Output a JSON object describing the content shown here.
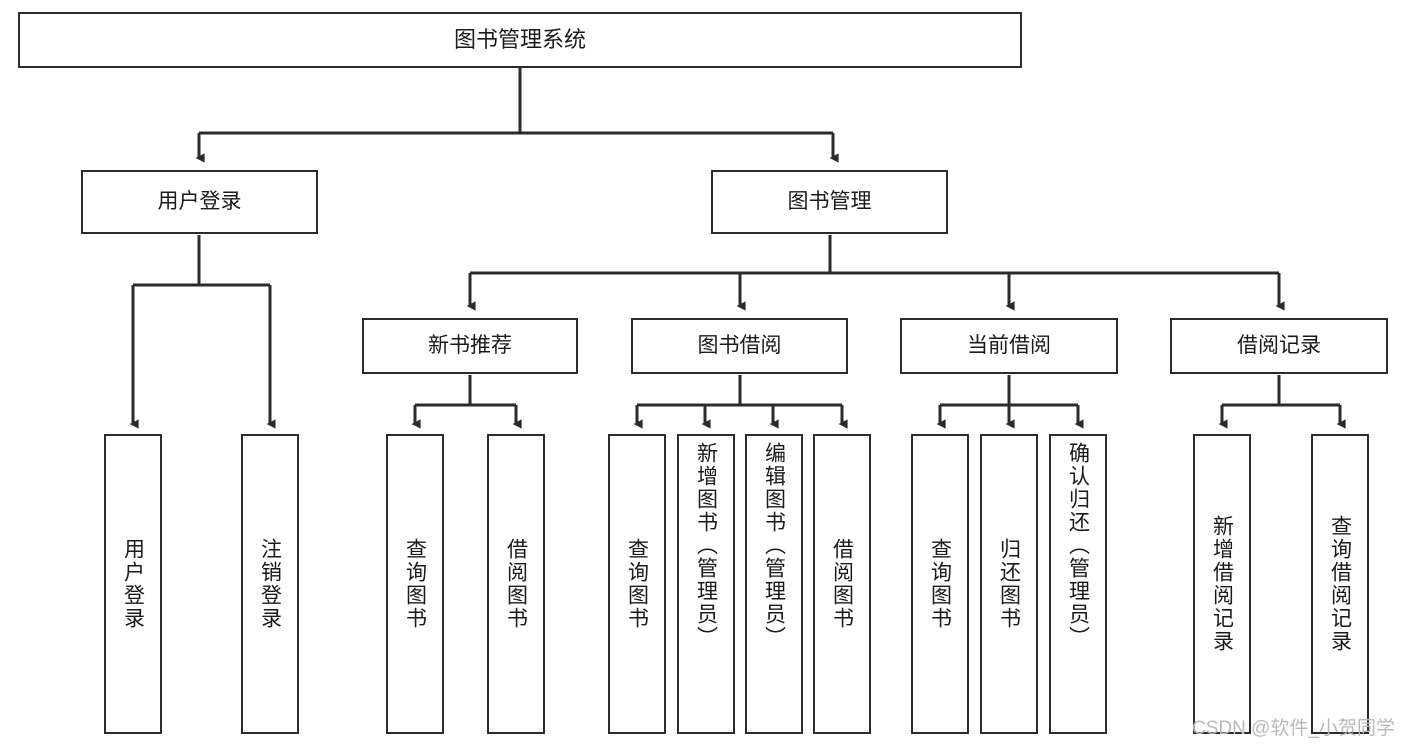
{
  "diagram": {
    "title": "图书管理系统",
    "type": "tree-hierarchy-diagram",
    "colors": {
      "box_border": "#2b2b2b",
      "box_fill": "#ffffff",
      "edge": "#2b2b2b",
      "text": "#1a1a1a",
      "watermark": "#b9b9b9",
      "background": "#ffffff"
    },
    "nodes": {
      "root": {
        "label": "图书管理系统"
      },
      "level2": [
        {
          "id": "user-login",
          "label": "用户登录"
        },
        {
          "id": "book-management",
          "label": "图书管理"
        }
      ],
      "level3": [
        {
          "id": "new-book-recommend",
          "label": "新书推荐"
        },
        {
          "id": "book-borrow",
          "label": "图书借阅"
        },
        {
          "id": "current-borrow",
          "label": "当前借阅"
        },
        {
          "id": "borrow-record",
          "label": "借阅记录"
        }
      ],
      "leaves": [
        {
          "id": "leaf-user-login",
          "label": "用户登录",
          "parent": "user-login"
        },
        {
          "id": "leaf-logout-login",
          "label": "注销登录",
          "parent": "user-login"
        },
        {
          "id": "leaf-query-book-1",
          "label": "查询图书",
          "parent": "new-book-recommend"
        },
        {
          "id": "leaf-borrow-book-1",
          "label": "借阅图书",
          "parent": "new-book-recommend"
        },
        {
          "id": "leaf-query-book-2",
          "label": "查询图书",
          "parent": "book-borrow"
        },
        {
          "id": "leaf-add-book",
          "label": "新增图书（管理员）",
          "parent": "book-borrow"
        },
        {
          "id": "leaf-edit-book",
          "label": "编辑图书（管理员）",
          "parent": "book-borrow"
        },
        {
          "id": "leaf-borrow-book-2",
          "label": "借阅图书",
          "parent": "book-borrow"
        },
        {
          "id": "leaf-query-book-3",
          "label": "查询图书",
          "parent": "current-borrow"
        },
        {
          "id": "leaf-return-book",
          "label": "归还图书",
          "parent": "current-borrow"
        },
        {
          "id": "leaf-confirm-return",
          "label": "确认归还（管理员）",
          "parent": "current-borrow"
        },
        {
          "id": "leaf-add-record",
          "label": "新增借阅记录",
          "parent": "borrow-record"
        },
        {
          "id": "leaf-query-record",
          "label": "查询借阅记录",
          "parent": "borrow-record"
        }
      ]
    },
    "watermark": "CSDN @软件_小贺同学"
  }
}
